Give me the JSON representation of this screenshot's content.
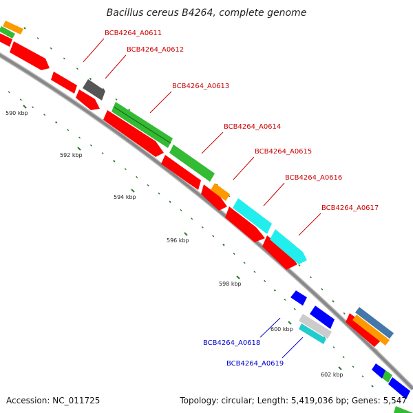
{
  "title": "Bacillus cereus B4264, complete genome",
  "footer": {
    "accession": "Accession: NC_011725",
    "summary": "Topology: circular; Length: 5,419,036 bp; Genes: 5,547"
  },
  "colors": {
    "backbone": "#888888",
    "ticks": "#2a7a2a",
    "forward_label": "#cc0000",
    "reverse_label": "#0000cc",
    "red": "#ff0000",
    "green": "#33bb33",
    "gray": "#555555",
    "orange": "#ff9900",
    "cyan": "#22eeee",
    "blue": "#0000ff",
    "steel": "#4477aa",
    "silver": "#cccccc"
  },
  "ticks": [
    {
      "label": "590 kbp"
    },
    {
      "label": "592 kbp"
    },
    {
      "label": "594 kbp"
    },
    {
      "label": "596 kbp"
    },
    {
      "label": "598 kbp"
    },
    {
      "label": "600 kbp"
    },
    {
      "label": "602 kbp"
    }
  ],
  "gene_labels": [
    {
      "name": "BCB4264_A0611",
      "strand": "forward"
    },
    {
      "name": "BCB4264_A0612",
      "strand": "forward"
    },
    {
      "name": "BCB4264_A0613",
      "strand": "forward"
    },
    {
      "name": "BCB4264_A0614",
      "strand": "forward"
    },
    {
      "name": "BCB4264_A0615",
      "strand": "forward"
    },
    {
      "name": "BCB4264_A0616",
      "strand": "forward"
    },
    {
      "name": "BCB4264_A0617",
      "strand": "forward"
    },
    {
      "name": "BCB4264_A0618",
      "strand": "reverse"
    },
    {
      "name": "BCB4264_A0619",
      "strand": "reverse"
    }
  ]
}
